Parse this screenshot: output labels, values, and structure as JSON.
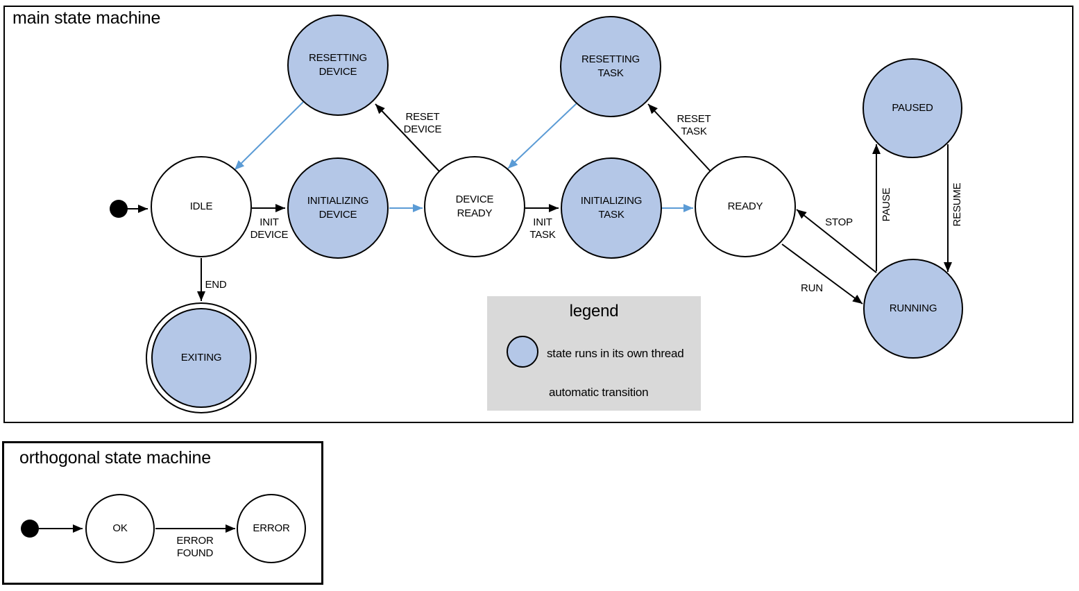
{
  "main": {
    "title": "main state machine",
    "states": [
      {
        "label": "IDLE",
        "threaded": false
      },
      {
        "label": "RESETTING DEVICE",
        "threaded": true
      },
      {
        "label": "INITIALIZING DEVICE",
        "threaded": true
      },
      {
        "label": "DEVICE READY",
        "threaded": false
      },
      {
        "label": "RESETTING TASK",
        "threaded": true
      },
      {
        "label": "INITIALIZING TASK",
        "threaded": true
      },
      {
        "label": "READY",
        "threaded": false
      },
      {
        "label": "PAUSED",
        "threaded": true
      },
      {
        "label": "RUNNING",
        "threaded": true
      },
      {
        "label": "EXITING",
        "threaded": true,
        "final": true
      }
    ],
    "transitions": [
      {
        "label": "INIT DEVICE",
        "from": "IDLE",
        "to": "INITIALIZING DEVICE"
      },
      {
        "label": "RESET DEVICE",
        "from": "DEVICE READY",
        "to": "RESETTING DEVICE"
      },
      {
        "label": "INIT TASK",
        "from": "DEVICE READY",
        "to": "INITIALIZING TASK"
      },
      {
        "label": "RESET TASK",
        "from": "READY",
        "to": "RESETTING TASK"
      },
      {
        "label": "STOP",
        "from": "RUNNING",
        "to": "READY"
      },
      {
        "label": "RUN",
        "from": "READY",
        "to": "RUNNING"
      },
      {
        "label": "PAUSE",
        "from": "RUNNING",
        "to": "PAUSED"
      },
      {
        "label": "RESUME",
        "from": "PAUSED",
        "to": "RUNNING"
      },
      {
        "label": "END",
        "from": "IDLE",
        "to": "EXITING"
      }
    ]
  },
  "legend": {
    "title": "legend",
    "thread_label": "state runs in its own thread",
    "auto_label": "automatic transition"
  },
  "orthogonal": {
    "title": "orthogonal state machine",
    "states": [
      {
        "label": "OK",
        "threaded": false
      },
      {
        "label": "ERROR",
        "threaded": false
      }
    ],
    "transitions": [
      {
        "label": "ERROR FOUND",
        "from": "OK",
        "to": "ERROR"
      }
    ]
  },
  "colors": {
    "state_thread_fill": "#b4c7e7",
    "auto_transition": "#5b9bd5",
    "legend_bg": "#d9d9d9",
    "line": "#000000"
  }
}
